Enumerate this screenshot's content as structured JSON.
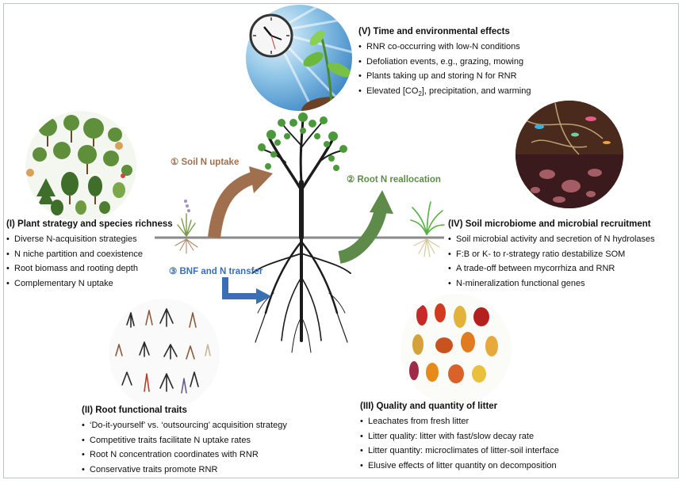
{
  "sections": {
    "time_env": {
      "title": "(V) Time and environmental effects",
      "items": [
        "RNR co-occurring with low-N conditions",
        "Defoliation events, e.g., grazing, mowing",
        "Plants taking up and storing N for RNR"
      ],
      "last_item_prefix": "Elevated [CO",
      "last_item_sub": "2",
      "last_item_suffix": "], precipitation, and warming"
    },
    "plant_strategy": {
      "title": "(I) Plant strategy and species richness",
      "items": [
        "Diverse N-acquisition strategies",
        "N niche partition and coexistence",
        "Root biomass and rooting depth",
        "Complementary N uptake"
      ]
    },
    "soil_microbiome": {
      "title": "(IV) Soil microbiome and microbial recruitment",
      "items": [
        "Soil microbial activity and secretion of N hydrolases",
        "F:B or K- to r-strategy ratio destabilize SOM",
        "A trade-off between mycorrhiza and RNR",
        "N-mineralization functional genes"
      ]
    },
    "root_traits": {
      "title": "(II) Root functional traits",
      "items": [
        "‘Do-it-yourself’ vs. ‘outsourcing’ acquisition strategy",
        "Competitive traits facilitate N uptake rates",
        "Root N concentration coordinates with RNR",
        "Conservative traits promote RNR"
      ]
    },
    "litter": {
      "title": "(III) Quality and quantity of litter",
      "items": [
        "Leachates from fresh litter",
        "Litter quality: litter with fast/slow decay rate",
        "Litter quantity: microclimates of litter-soil interface",
        "Elusive effects of litter quantity on decomposition"
      ]
    }
  },
  "flows": {
    "soil_uptake": "① Soil N uptake",
    "root_realloc": "② Root N reallocation",
    "bnf": "③ BNF and N transfer"
  },
  "colors": {
    "soil_uptake": "#a0704e",
    "root_realloc": "#5e8a4a",
    "bnf": "#3a6fb5",
    "ground_line": "#8a8a8a",
    "tree": "#1c1c1c",
    "leaf": "#4a9a3a"
  },
  "icons": {
    "clock": "clock-icon",
    "plants_circle": "plant-species-illustration",
    "microbe_circle": "soil-microbes-illustration",
    "roots_circle": "root-types-illustration",
    "leaves_circle": "autumn-leaves-illustration",
    "tree": "tree-with-roots-illustration"
  }
}
